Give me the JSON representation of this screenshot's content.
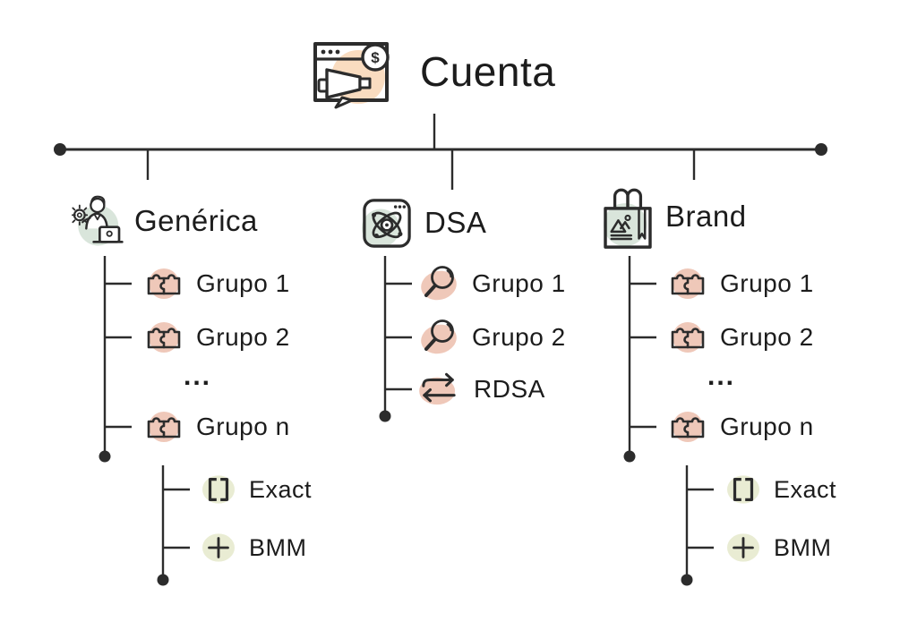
{
  "colors": {
    "line": "#2c2c2c",
    "text": "#1c1c1c",
    "peach": "#f9dcc0",
    "sage": "#d9e5db",
    "salmon": "#efc8b9",
    "olive": "#e9ecd3"
  },
  "glyphs": {
    "dollar": "$"
  },
  "root": {
    "label": "Cuenta",
    "icon": "ads-browser-megaphone-icon"
  },
  "branches": [
    {
      "label": "Genérica",
      "icon": "analyst-laptop-gear-icon",
      "children": [
        {
          "label": "Grupo 1",
          "icon": "puzzle-icon"
        },
        {
          "label": "Grupo 2",
          "icon": "puzzle-icon"
        },
        {
          "label": "...",
          "icon": "ellipsis"
        },
        {
          "label": "Grupo n",
          "icon": "puzzle-icon"
        }
      ],
      "subchildren": [
        {
          "label": "Exact",
          "icon": "brackets-icon"
        },
        {
          "label": "BMM",
          "icon": "plus-icon"
        }
      ]
    },
    {
      "label": "DSA",
      "icon": "browser-atom-icon",
      "children": [
        {
          "label": "Grupo 1",
          "icon": "magnifier-icon"
        },
        {
          "label": "Grupo 2",
          "icon": "magnifier-icon"
        },
        {
          "label": "RDSA",
          "icon": "swap-arrows-icon"
        }
      ],
      "subchildren": []
    },
    {
      "label": "Brand",
      "icon": "shopping-bag-icon",
      "children": [
        {
          "label": "Grupo 1",
          "icon": "puzzle-icon"
        },
        {
          "label": "Grupo 2",
          "icon": "puzzle-icon"
        },
        {
          "label": "...",
          "icon": "ellipsis"
        },
        {
          "label": "Grupo n",
          "icon": "puzzle-icon"
        }
      ],
      "subchildren": [
        {
          "label": "Exact",
          "icon": "brackets-icon"
        },
        {
          "label": "BMM",
          "icon": "plus-icon"
        }
      ]
    }
  ]
}
